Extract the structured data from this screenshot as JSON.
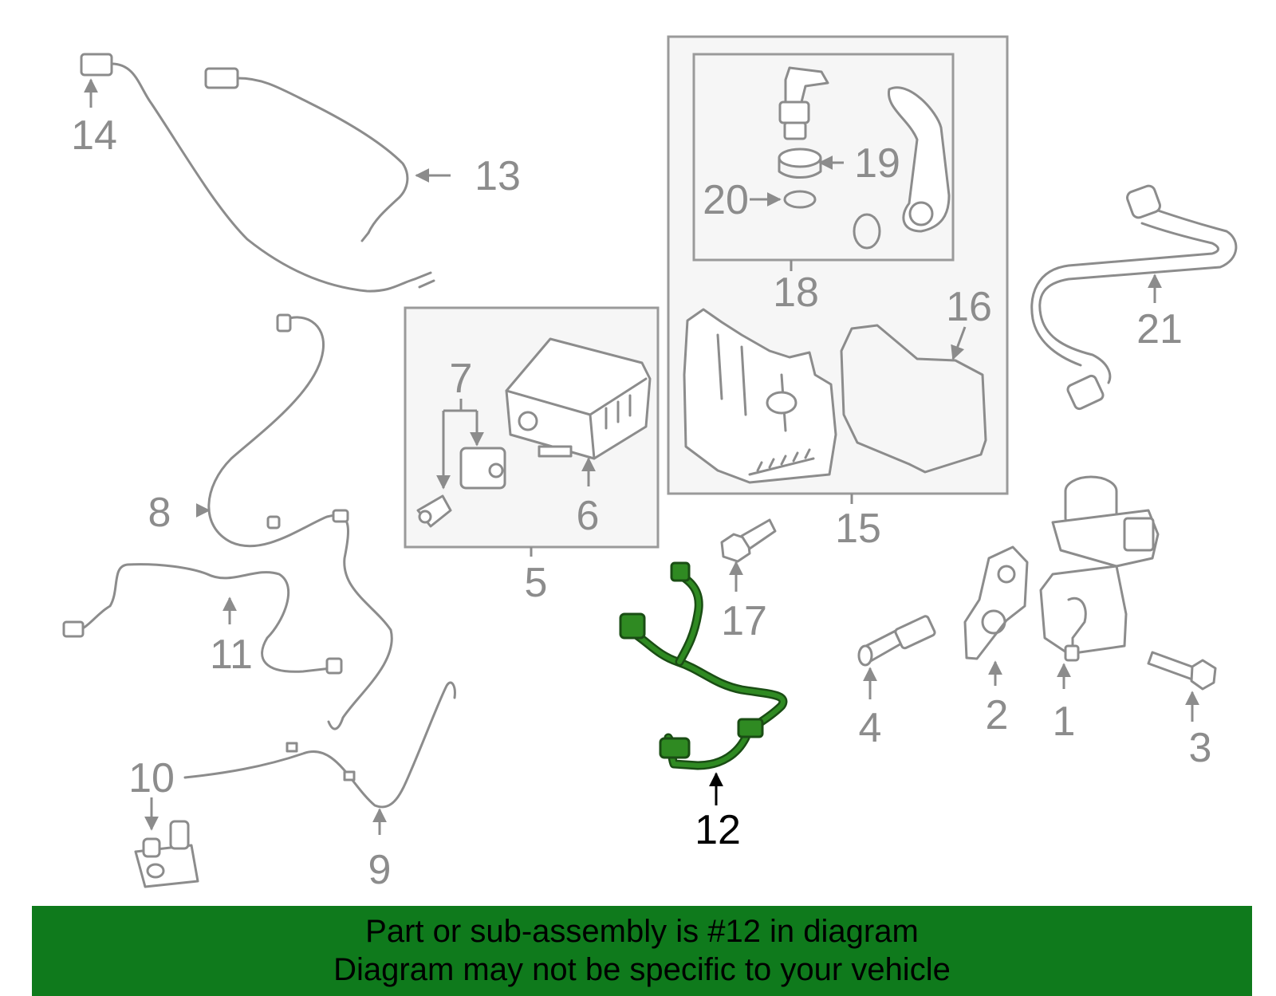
{
  "diagram": {
    "highlighted_part": "12",
    "callouts": [
      "1",
      "2",
      "3",
      "4",
      "5",
      "6",
      "7",
      "8",
      "9",
      "10",
      "11",
      "12",
      "13",
      "14",
      "15",
      "16",
      "17",
      "18",
      "19",
      "20",
      "21"
    ]
  },
  "banner": {
    "line1": "Part or sub-assembly is #12 in diagram",
    "line2": "Diagram may not be specific to your vehicle"
  },
  "colors": {
    "banner_bg": "#0f7a1c",
    "highlight": "#2f8a22",
    "parts": "#8c8c8c",
    "group_box": "#f6f6f6"
  }
}
